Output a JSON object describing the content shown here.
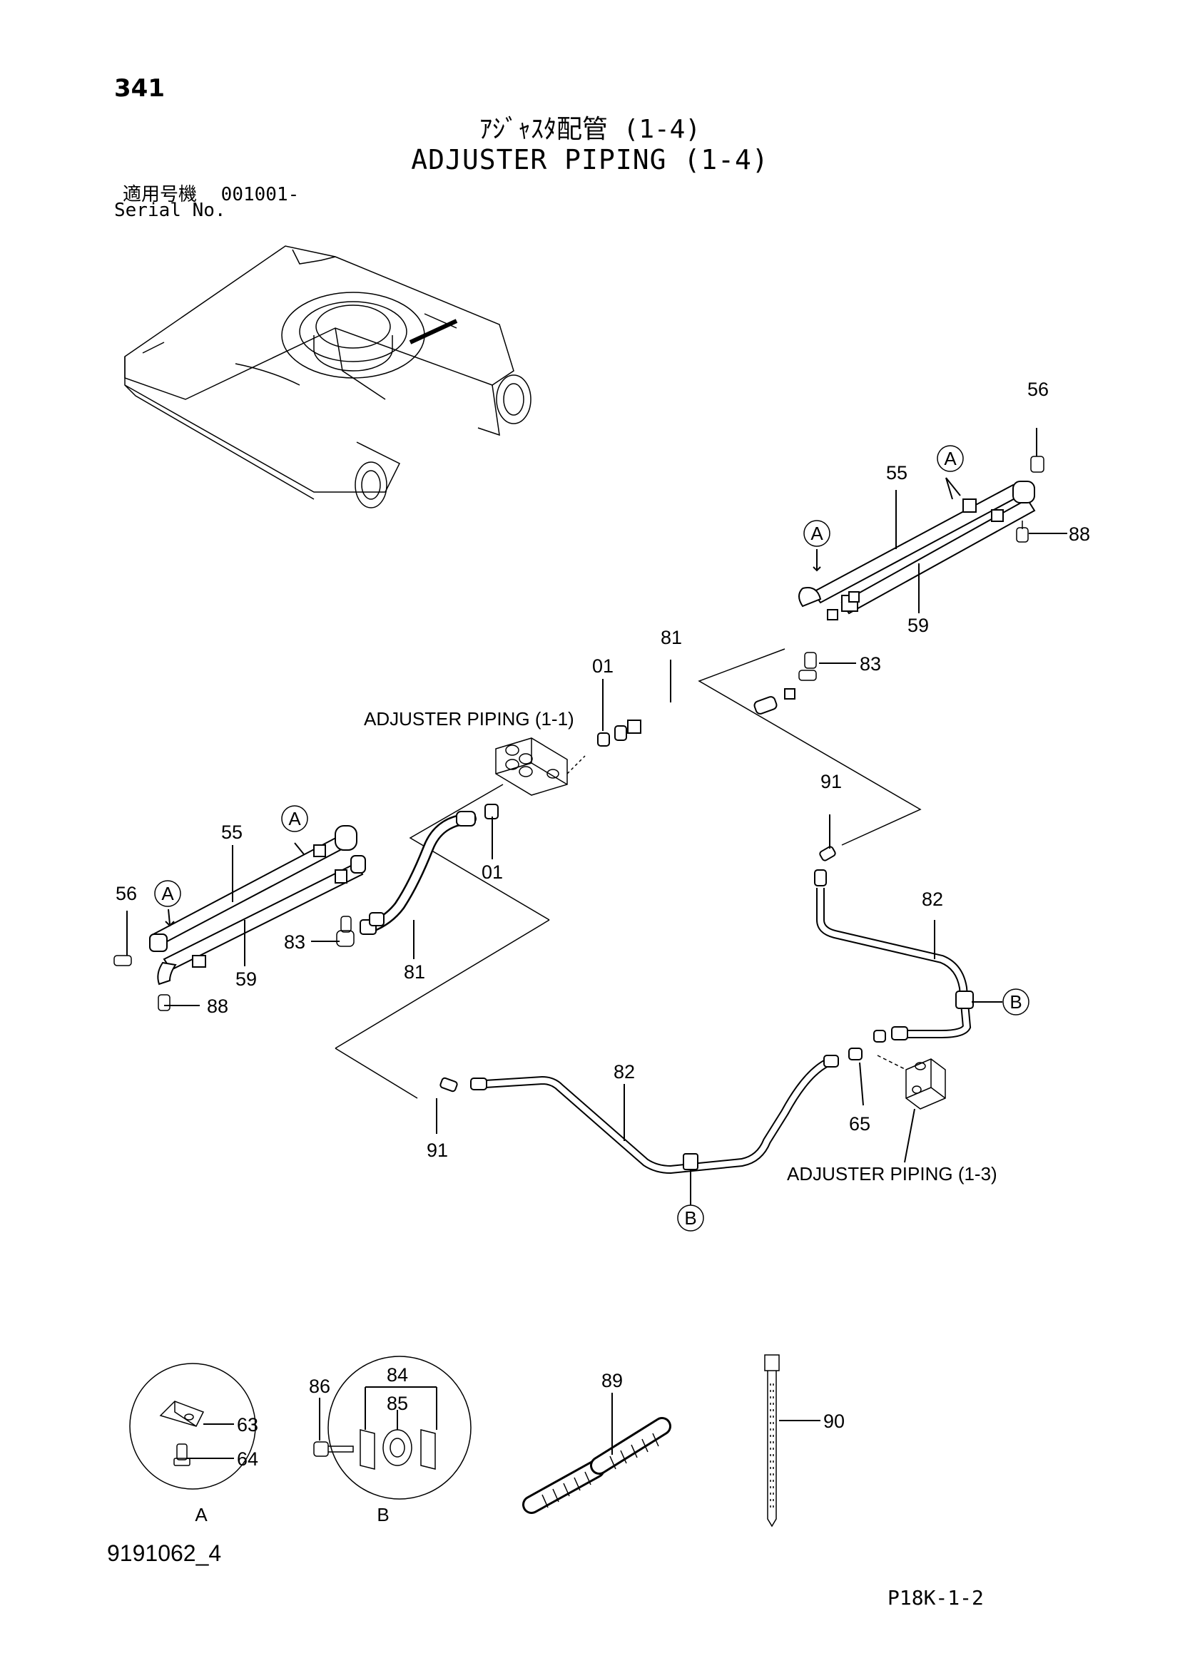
{
  "page_number": "341",
  "title_ja": "ｱｼﾞｬｽﾀ配管 (1-4)",
  "title_en": "ADJUSTER PIPING (1-4)",
  "serial_label_ja": "適用号機",
  "serial_value": "001001-",
  "serial_label_en": "Serial No.",
  "drawing_code": "9191062_4",
  "page_code": "P18K-1-2",
  "references": {
    "piping_1_1": "ADJUSTER PIPING (1-1)",
    "piping_1_3": "ADJUSTER PIPING (1-3)"
  },
  "callouts": {
    "p56_r": "56",
    "p55_r": "55",
    "p59_r": "59",
    "p88_r": "88",
    "p83_r": "83",
    "p81_t": "81",
    "p01_t": "01",
    "p01_b": "01",
    "p91_r": "91",
    "p82_r": "82",
    "p55_l": "55",
    "p56_l": "56",
    "p59_l": "59",
    "p83_l": "83",
    "p81_l": "81",
    "p88_l": "88",
    "p82_b": "82",
    "p91_b": "91",
    "p65": "65",
    "p63": "63",
    "p64": "64",
    "p84": "84",
    "p85": "85",
    "p86": "86",
    "p89": "89",
    "p90": "90"
  },
  "detail_markers": {
    "a1": "A",
    "a2": "A",
    "a3": "A",
    "a4": "A",
    "b1": "B",
    "b2": "B"
  },
  "detail_captions": {
    "a": "A",
    "b": "B"
  }
}
